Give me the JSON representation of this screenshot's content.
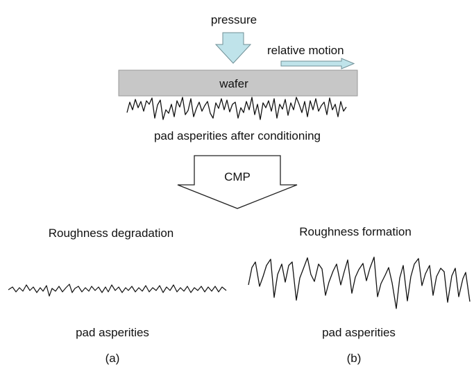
{
  "labels": {
    "pressure": "pressure",
    "relative_motion": "relative motion",
    "wafer": "wafer",
    "conditioned_pad": "pad asperities after conditioning",
    "process": "CMP",
    "degradation_title": "Roughness degradation",
    "formation_title": "Roughness formation",
    "pad_a": "pad asperities",
    "pad_b": "pad asperities",
    "caption_a": "(a)",
    "caption_b": "(b)"
  },
  "colors": {
    "pressure_arrow": "#bfe3ea",
    "motion_arrow": "#bfe3ea",
    "arrow_outline": "#6f8f96",
    "wafer_fill": "#c7c7c7",
    "cmp_arrow_fill": "#ffffff",
    "line": "#111111"
  }
}
